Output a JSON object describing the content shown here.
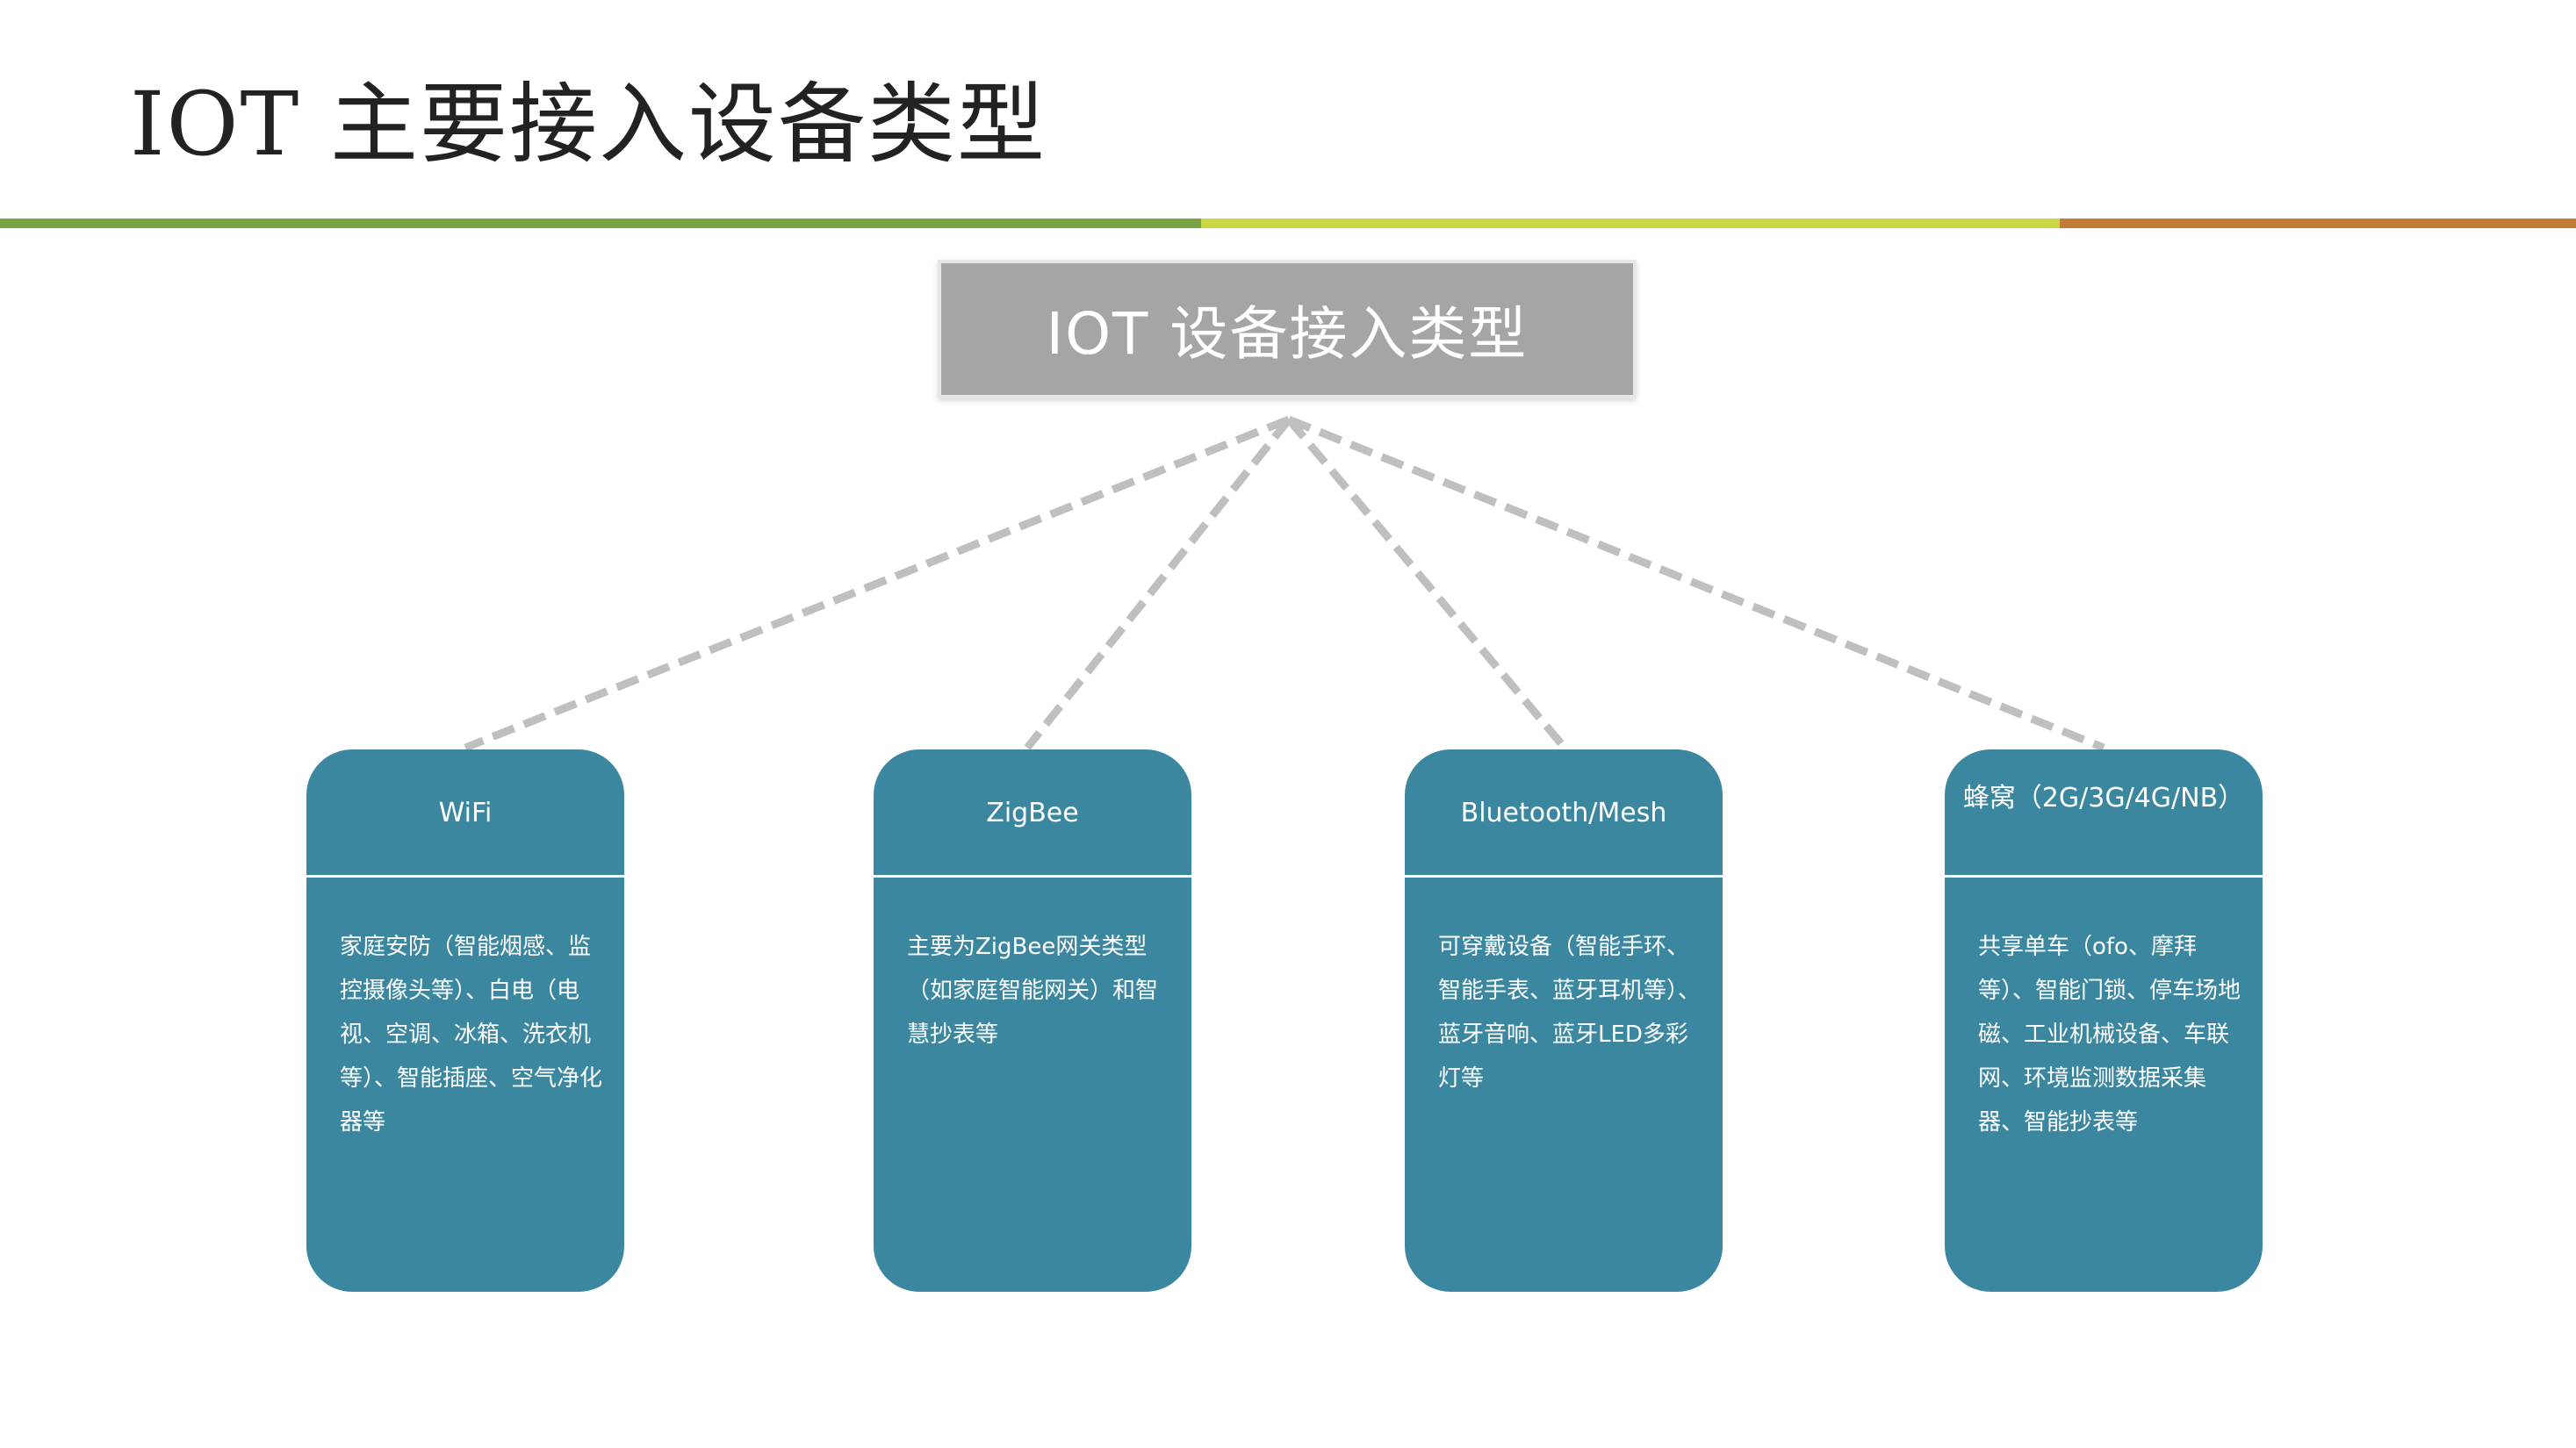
{
  "title": "IOT  主要接入设备类型",
  "accent_colors": [
    "#78a343",
    "#c9d743",
    "#c47c34"
  ],
  "root": {
    "label": "IOT 设备接入类型"
  },
  "card_color": "#3c87a0",
  "types": [
    {
      "name": "WiFi",
      "description": "家庭安防（智能烟感、监控摄像头等）、白电（电视、空调、冰箱、洗衣机等）、智能插座、空气净化器等"
    },
    {
      "name": "ZigBee",
      "description": "主要为ZigBee网关类型（如家庭智能网关）和智慧抄表等"
    },
    {
      "name": "Bluetooth/Mesh",
      "description": "可穿戴设备（智能手环、智能手表、蓝牙耳机等）、蓝牙音响、蓝牙LED多彩灯等"
    },
    {
      "name": "蜂窝（2G/3G/4G/NB）",
      "description": "共享单车（ofo、摩拜等）、智能门锁、停车场地磁、工业机械设备、车联网、环境监测数据采集器、智能抄表等"
    }
  ]
}
